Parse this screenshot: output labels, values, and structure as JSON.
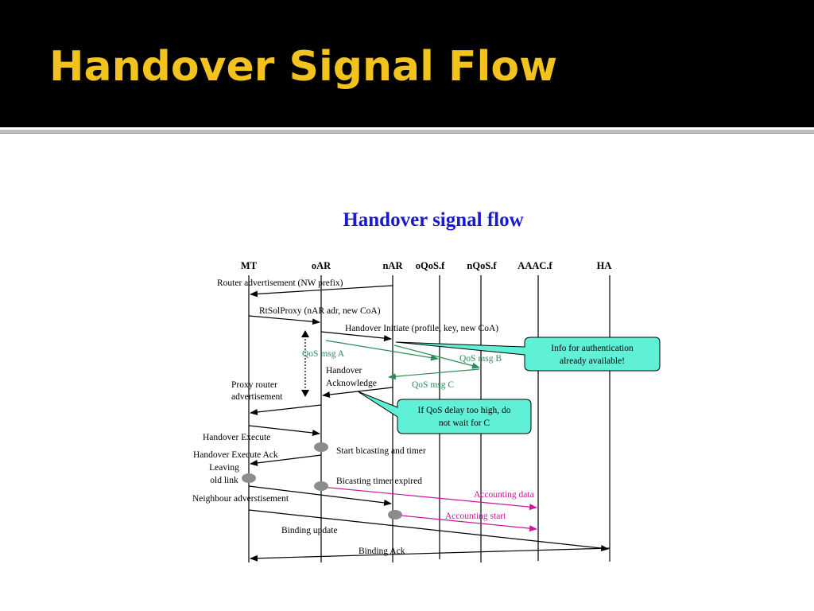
{
  "slide": {
    "title": "Handover Signal Flow"
  },
  "diagram": {
    "title": "Handover signal flow",
    "entities": [
      {
        "id": "mt",
        "label": "MT"
      },
      {
        "id": "oar",
        "label": "oAR"
      },
      {
        "id": "nar",
        "label": "nAR"
      },
      {
        "id": "oqos",
        "label": "oQoS.f"
      },
      {
        "id": "nqos",
        "label": "nQoS.f"
      },
      {
        "id": "aaac",
        "label": "AAAC.f"
      },
      {
        "id": "ha",
        "label": "HA"
      }
    ],
    "messages": [
      {
        "id": "router-adv",
        "label": "Router advertisement (NW prefix)",
        "from": "nar",
        "to": "mt"
      },
      {
        "id": "rtsolproxy",
        "label": "RtSolProxy (nAR adr, new CoA)",
        "from": "mt",
        "to": "oar"
      },
      {
        "id": "handover-initiate",
        "label": "Handover Initiate (profile, key, new CoA)",
        "from": "oar",
        "to": "nar"
      },
      {
        "id": "qos-msg-a",
        "label": "QoS msg A",
        "from": "oar",
        "to": "oqos"
      },
      {
        "id": "qos-msg-b",
        "label": "QoS msg B",
        "from": "nar",
        "to": "nqos"
      },
      {
        "id": "qos-msg-c",
        "label": "QoS msg C",
        "from": "nqos",
        "to": "nar"
      },
      {
        "id": "handover-ack",
        "label_lines": [
          "Handover",
          "Acknowledge"
        ],
        "from": "nar",
        "to": "oar"
      },
      {
        "id": "proxy-router-adv",
        "label_lines": [
          "Proxy router",
          "advertisement"
        ],
        "from": "oar",
        "to": "mt"
      },
      {
        "id": "handover-execute",
        "label": "Handover Execute",
        "from": "mt",
        "to": "oar"
      },
      {
        "id": "handover-execute-ack",
        "label": "Handover Execute Ack",
        "from": "oar",
        "to": "mt"
      },
      {
        "id": "neighbour-adv",
        "label": "Neighbour adverstisement",
        "from": "mt",
        "to": "nar"
      },
      {
        "id": "accounting-data",
        "label": "Accounting data",
        "from": "oar",
        "to": "aaac"
      },
      {
        "id": "accounting-start",
        "label": "Accounting start",
        "from": "nar",
        "to": "aaac"
      },
      {
        "id": "binding-update",
        "label": "Binding update",
        "from": "mt",
        "to": "ha"
      },
      {
        "id": "binding-ack",
        "label": "Binding Ack",
        "from": "ha",
        "to": "mt"
      }
    ],
    "events": {
      "leaving_old_link": [
        "Leaving",
        "old link"
      ],
      "start_bicasting": "Start bicasting and timer",
      "bicasting_expired": "Bicasting timer expired"
    },
    "callouts": {
      "auth_info": [
        "Info for authentication",
        "already available!"
      ],
      "qos_delay": [
        "If QoS delay too high, do",
        "not wait for C"
      ]
    },
    "colors": {
      "title": "#1a1acc",
      "qos": "#2e8b57",
      "accounting": "#d0149d",
      "callout_fill": "#5ff0d6",
      "slide_title": "#f2c31f"
    }
  }
}
